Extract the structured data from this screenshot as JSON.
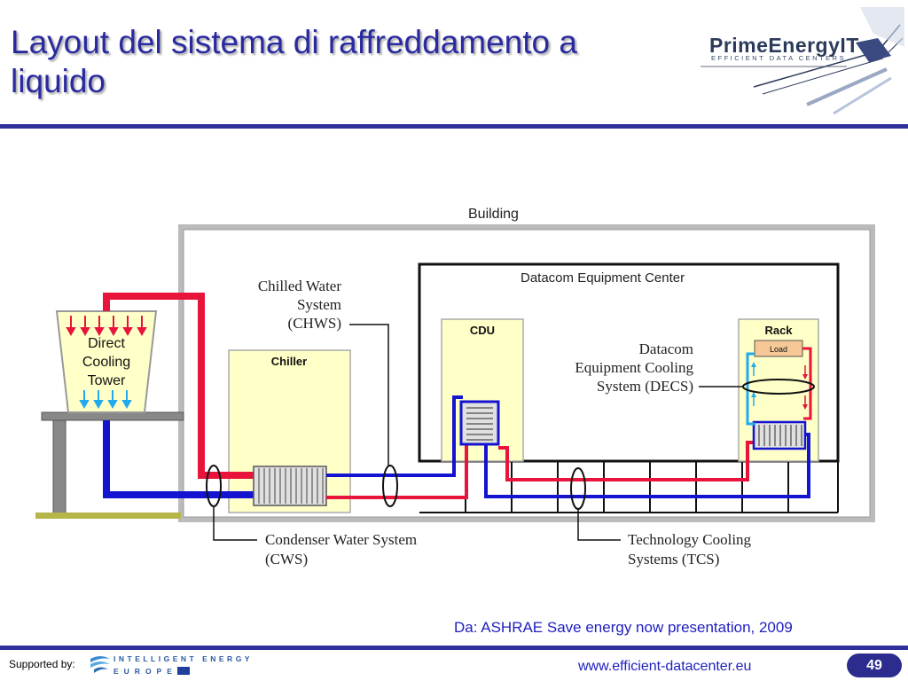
{
  "slide": {
    "title": "Layout del sistema di raffreddamento a liquido",
    "logo": {
      "name": "PrimeEnergyIT",
      "tagline": "EFFICIENT DATA CENTERS"
    },
    "source": "Da: ASHRAE Save energy now presentation, 2009",
    "footer": {
      "supported_by": "Supported by:",
      "iee_line1": "INTELLIGENT ENERGY",
      "iee_line2": "EUROPE",
      "website": "www.efficient-datacenter.eu",
      "page_number": "49"
    }
  },
  "diagram": {
    "building": "Building",
    "datacom_center": "Datacom Equipment Center",
    "tower": [
      "Direct",
      "Cooling",
      "Tower"
    ],
    "chiller": "Chiller",
    "cdu": "CDU",
    "rack": "Rack",
    "load": "Load",
    "chws": [
      "Chilled  Water",
      "System",
      "(CHWS)"
    ],
    "decs": [
      "Datacom",
      "Equipment  Cooling",
      "System  (DECS)"
    ],
    "cws": [
      "Condenser  Water  System",
      "(CWS)"
    ],
    "tcs": [
      "Technology  Cooling",
      "Systems  (TCS)"
    ],
    "colors": {
      "hot": "#e8143c",
      "cold": "#1414d0",
      "box": "#ffffc8",
      "pipe_cyan": "#22aaee"
    }
  }
}
